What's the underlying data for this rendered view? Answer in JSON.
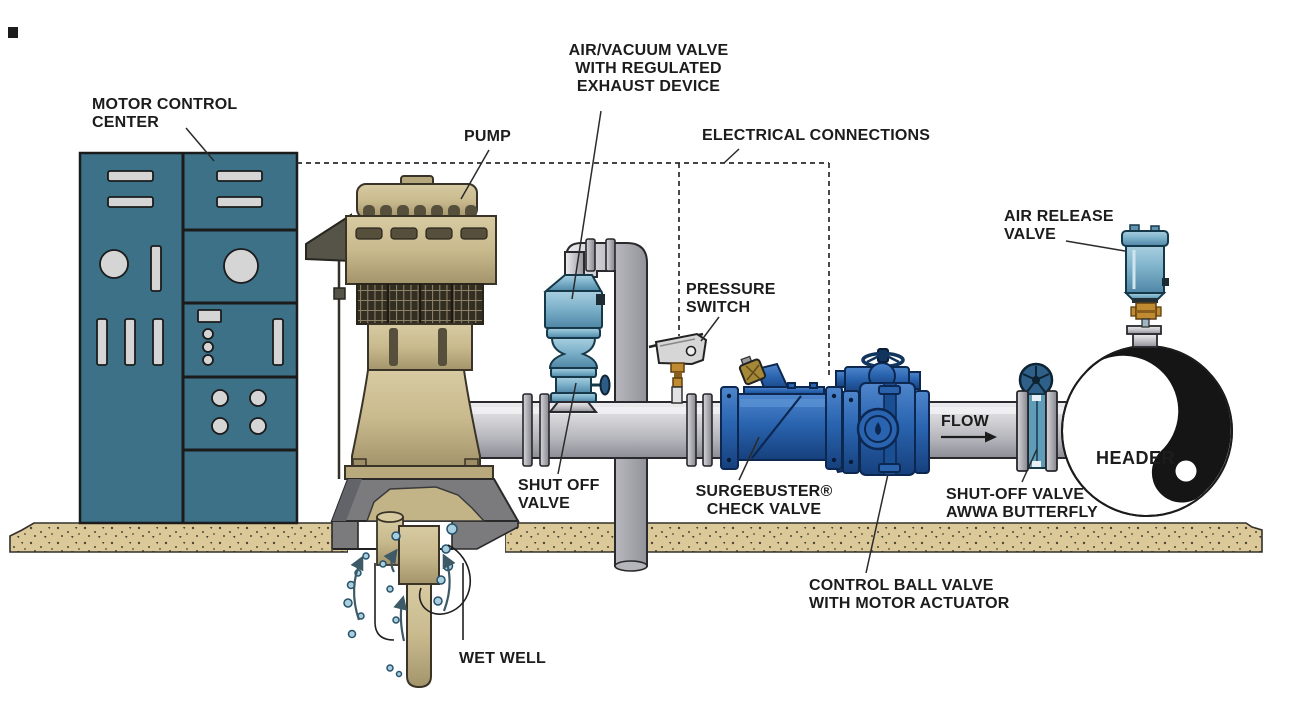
{
  "diagram": {
    "title_domain": "pump-station-schematic",
    "labels": {
      "motor_control_center": "MOTOR CONTROL\nCENTER",
      "air_vacuum_valve": "AIR/VACUUM VALVE\nWITH REGULATED\nEXHAUST DEVICE",
      "pump": "PUMP",
      "electrical_connections": "ELECTRICAL CONNECTIONS",
      "pressure_switch": "PRESSURE\nSWITCH",
      "shut_off_valve": "SHUT OFF\nVALVE",
      "surgebuster_check_valve": "SURGEBUSTER®\nCHECK VALVE",
      "control_ball_valve": "CONTROL BALL VALVE\nWITH MOTOR ACTUATOR",
      "shut_off_valve_awwa": "SHUT-OFF VALVE\nAWWA BUTTERFLY",
      "flow": "FLOW",
      "air_release_valve": "AIR RELEASE\nVALVE",
      "header": "HEADER",
      "wet_well": "WET WELL"
    },
    "colors": {
      "cabinet_teal": "#3d7187",
      "panel_gray": "#d5d5d5",
      "pump_tan": "#c9ba8e",
      "pump_dark_olive": "#564f3b",
      "pipe_gray": "#c9c9cf",
      "valve_blue": "#2a64b0",
      "light_blue": "#7fb3cb",
      "brass_orange": "#c08a30",
      "sand": "#dbc99a",
      "concrete_gray": "#7b7b7e",
      "ink": "#1c1c1c",
      "bubble_blue": "#a9cede",
      "header_black": "#151515"
    }
  }
}
